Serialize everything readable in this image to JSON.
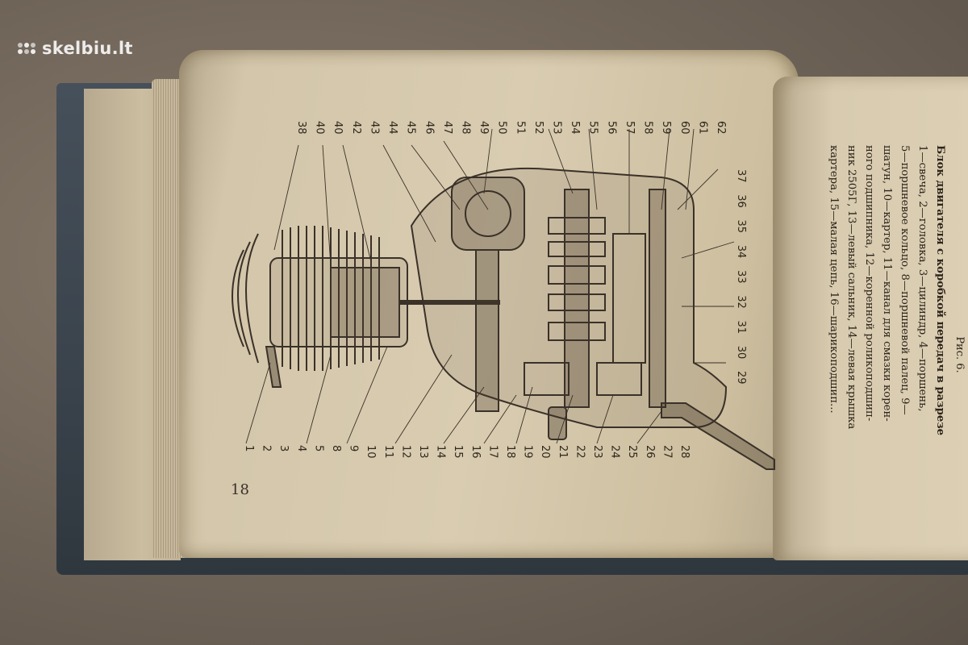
{
  "watermark": {
    "text": "skelbiu.lt",
    "icon": "dots-logo"
  },
  "left_page": {
    "page_number": "18",
    "labels_top": [
      "38",
      "40",
      "40",
      "42",
      "43",
      "44",
      "45",
      "46",
      "47",
      "48",
      "49",
      "50",
      "51",
      "52",
      "53",
      "54",
      "55",
      "56",
      "57",
      "58",
      "59",
      "60",
      "61",
      "62"
    ],
    "labels_right": [
      "37",
      "36",
      "35",
      "34",
      "33",
      "32",
      "31",
      "30",
      "29"
    ],
    "labels_bottom": [
      "1",
      "2",
      "3",
      "4",
      "5",
      "8",
      "9",
      "10",
      "11",
      "12",
      "13",
      "14",
      "15",
      "16",
      "17",
      "18",
      "19",
      "20",
      "21",
      "22",
      "23",
      "24",
      "25",
      "26",
      "27",
      "28"
    ]
  },
  "right_page": {
    "figure_title": "Рис. 6.",
    "caption_heading": "Блок двигателя с коробкой передач в разрезе",
    "caption_lines": [
      "1—свеча, 2—головка, 3—цилиндр, 4—поршень,",
      "5—поршневое кольцо, 8—поршневой палец, 9—",
      "шатун, 10—картер, 11—канал для смазки корен-",
      "ного подшипника, 12—коренной роликоподшип-",
      "ник 2505Г, 13—левый сальник, 14—левая крышка",
      "картера, 15—малая цепь, 16—шарикоподшип..."
    ]
  },
  "colors": {
    "background": "#6f655a",
    "paper": "#d6c9ad",
    "ink": "#3a3128",
    "cover": "#3d464f"
  }
}
